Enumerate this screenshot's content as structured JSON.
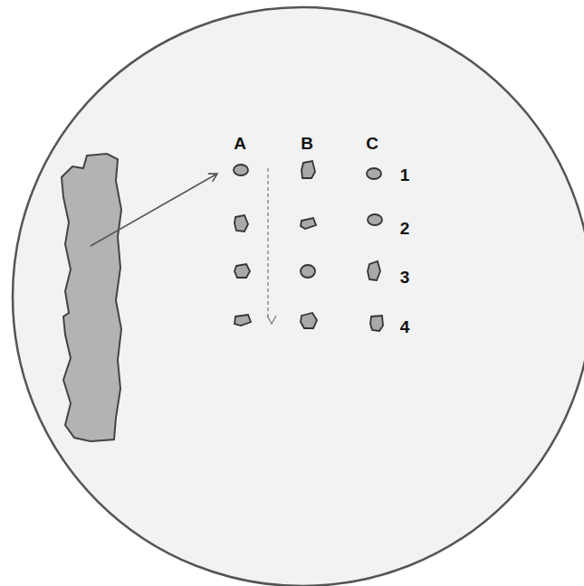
{
  "diagram": {
    "labels": [
      "A",
      "B",
      "C",
      "1",
      "2",
      "3",
      "4"
    ]
  }
}
